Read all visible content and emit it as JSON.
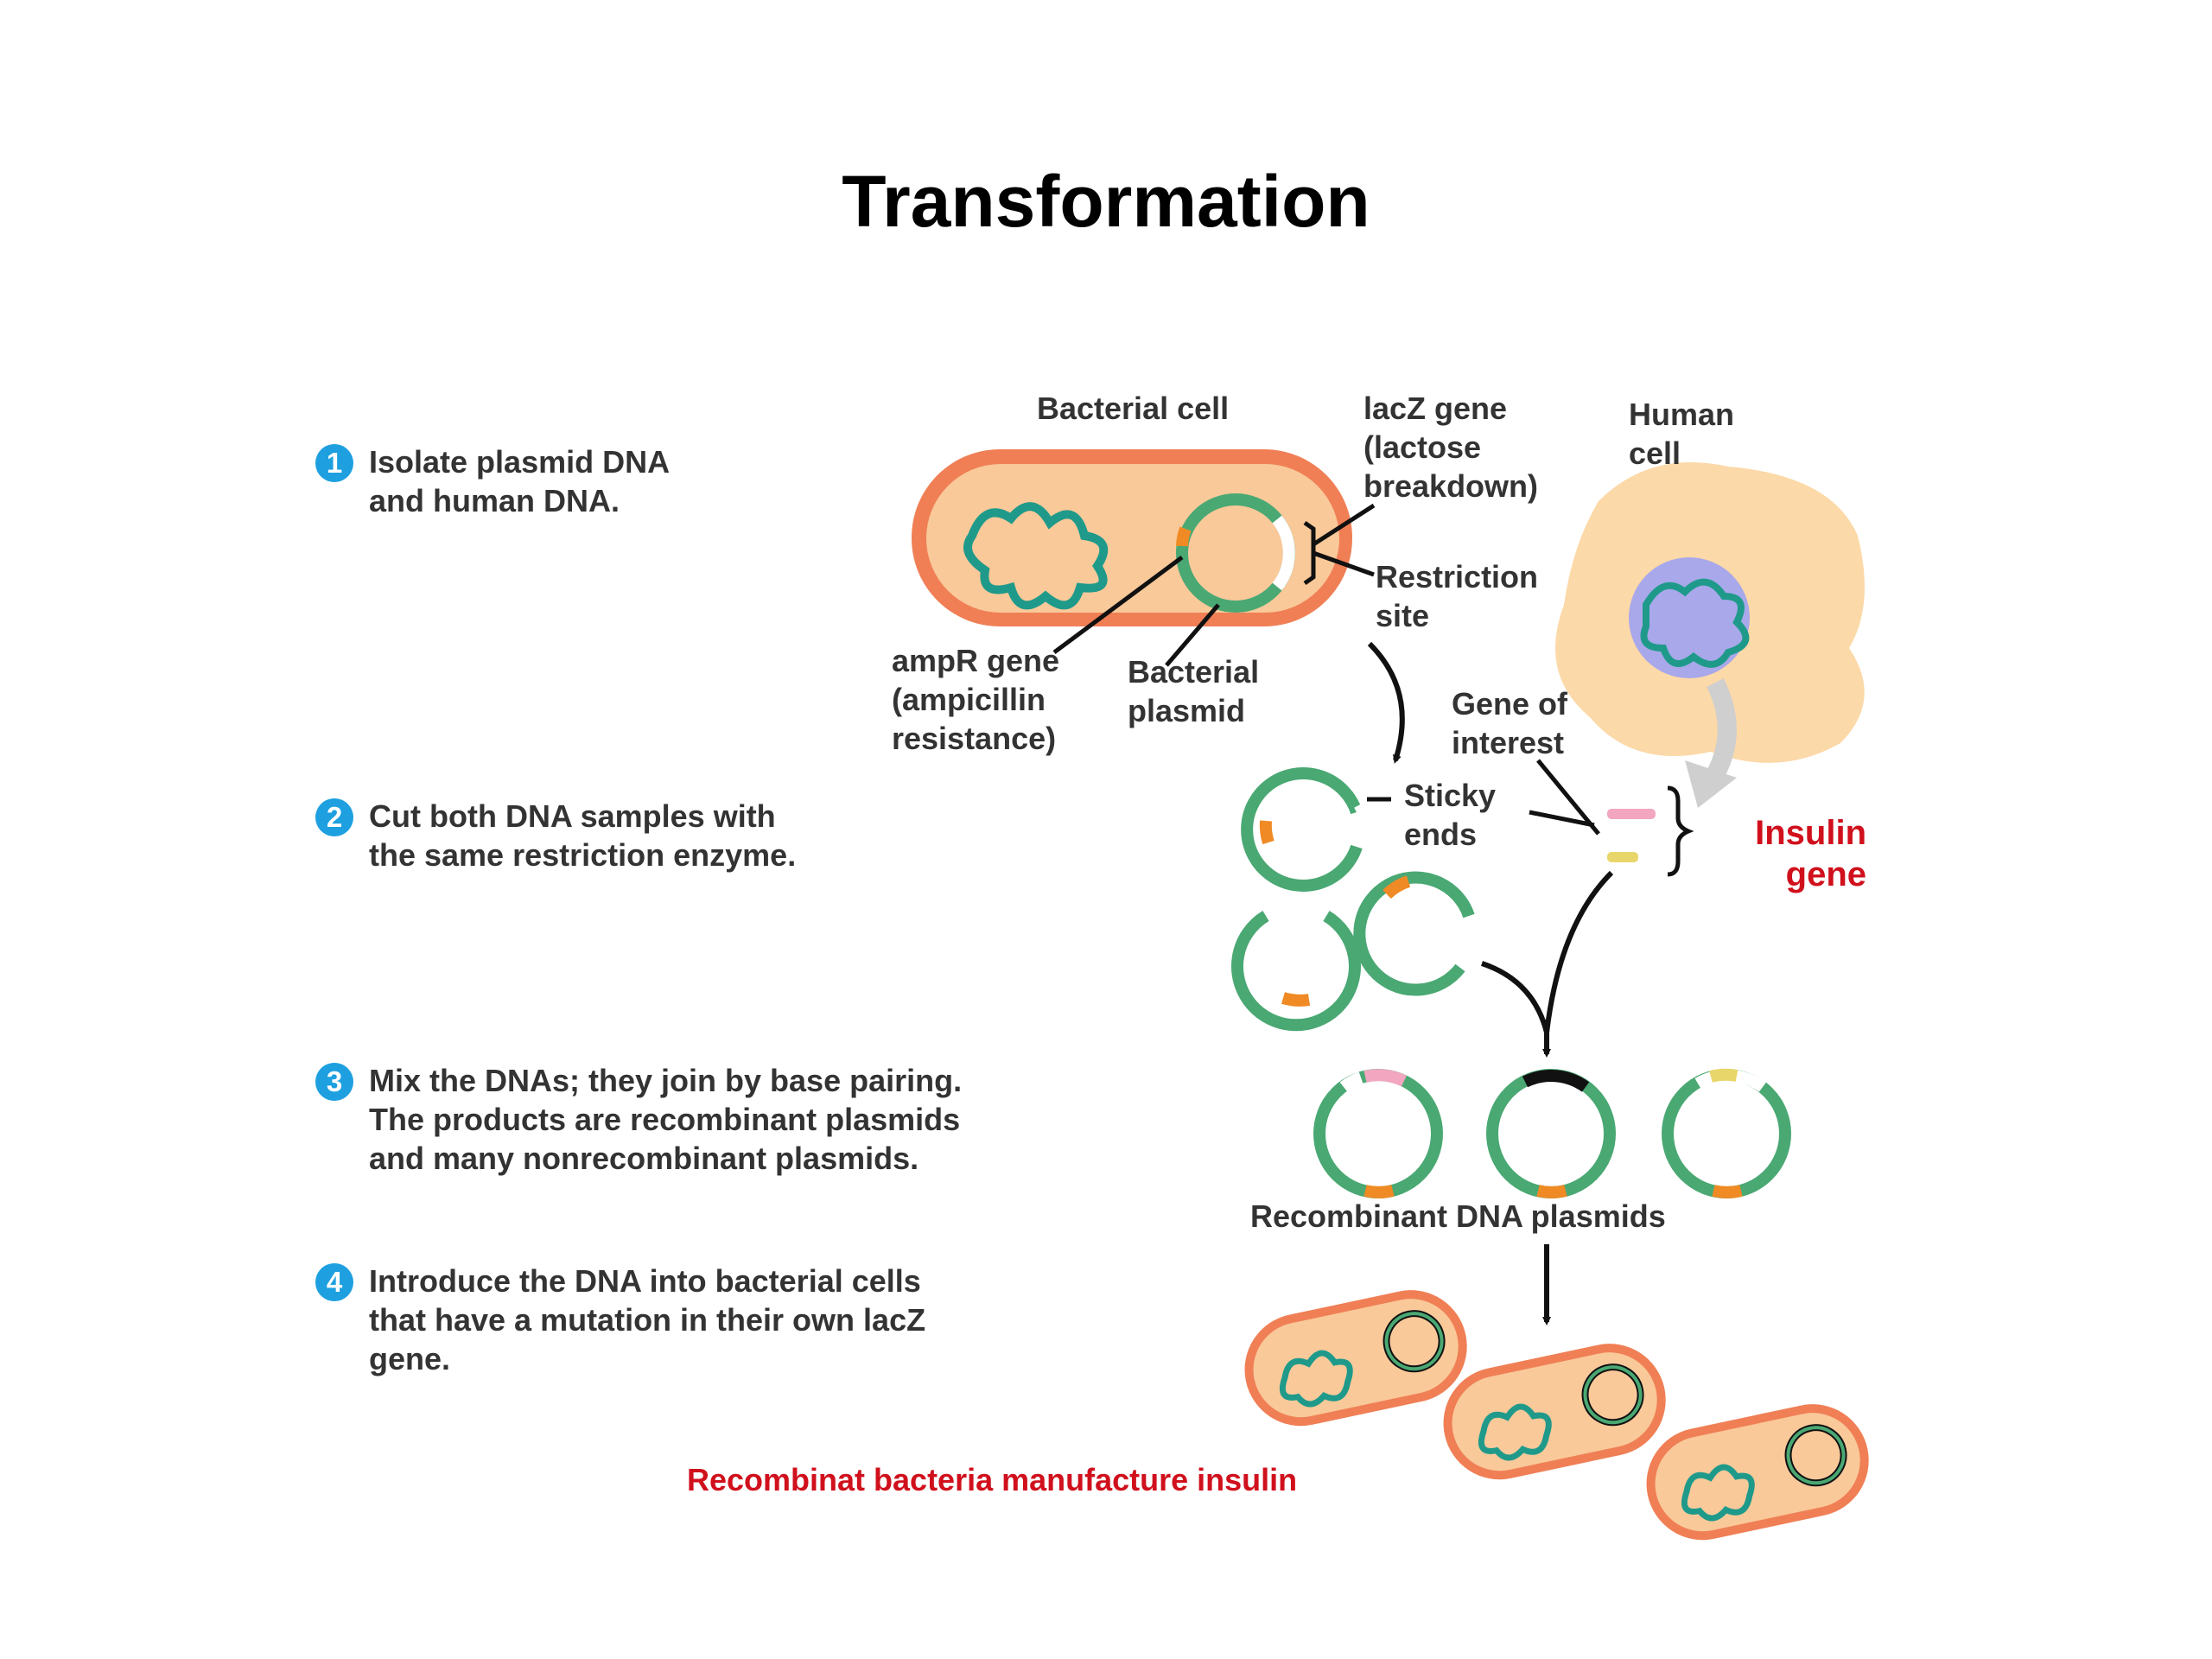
{
  "title": "Transformation",
  "steps": [
    {
      "num": "1",
      "text": "Isolate plasmid DNA\nand human DNA."
    },
    {
      "num": "2",
      "text": "Cut both DNA samples with\nthe same restriction enzyme."
    },
    {
      "num": "3",
      "text": "Mix the DNAs; they join by base pairing.\nThe products are recombinant plasmids\nand many nonrecombinant plasmids."
    },
    {
      "num": "4",
      "text": "Introduce the DNA into bacterial cells\nthat have a mutation in their own lacZ\ngene."
    }
  ],
  "labels": {
    "bacterial_cell": "Bacterial cell",
    "lacz_gene": "lacZ gene\n(lactose\nbreakdown)",
    "human_cell": "Human\ncell",
    "restriction_site": "Restriction\nsite",
    "ampr_gene": "ampR gene\n(ampicillin\nresistance)",
    "bacterial_plasmid": "Bacterial\nplasmid",
    "gene_of_interest": "Gene of\ninterest",
    "sticky_ends": "Sticky\nends",
    "insulin_gene": "Insulin\ngene",
    "recombinant_plasmids": "Recombinant DNA plasmids",
    "footer": "Recombinat bacteria manufacture insulin"
  },
  "colors": {
    "cell_fill": "#f9c99a",
    "cell_outline": "#f07f55",
    "plasmid_green": "#4aa873",
    "dna_teal": "#1f9a8a",
    "amp_orange": "#f08a24",
    "human_fill": "#fcd9a8",
    "nucleus": "#a8a8ea",
    "insulin_red": "#d0101c",
    "step_blue": "#1ea0e0"
  }
}
